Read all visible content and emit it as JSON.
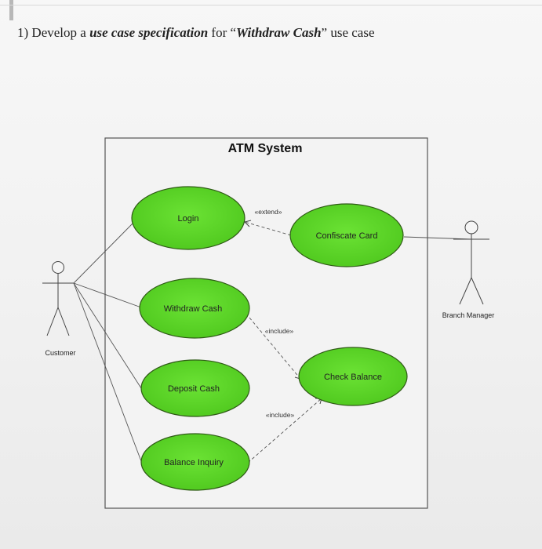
{
  "header": {
    "prefix": "1) Develop a ",
    "emphasis": "use case specification",
    "middle": " for “",
    "case_name": "Withdraw Cash",
    "suffix": "” use case"
  },
  "diagram": {
    "system_title": "ATM System",
    "use_cases": {
      "login": "Login",
      "withdraw_cash": "Withdraw Cash",
      "deposit_cash": "Deposit Cash",
      "balance_inquiry": "Balance Inquiry",
      "confiscate_card": "Confiscate Card",
      "check_balance": "Check Balance"
    },
    "actors": {
      "customer": "Customer",
      "branch_manager": "Branch Manager"
    },
    "relations": {
      "extend": "«extend»",
      "include_withdraw": "«include»",
      "include_balance": "«include»"
    },
    "colors": {
      "use_case_fill": "#5ed62a",
      "use_case_stroke": "#2f5a16"
    }
  }
}
